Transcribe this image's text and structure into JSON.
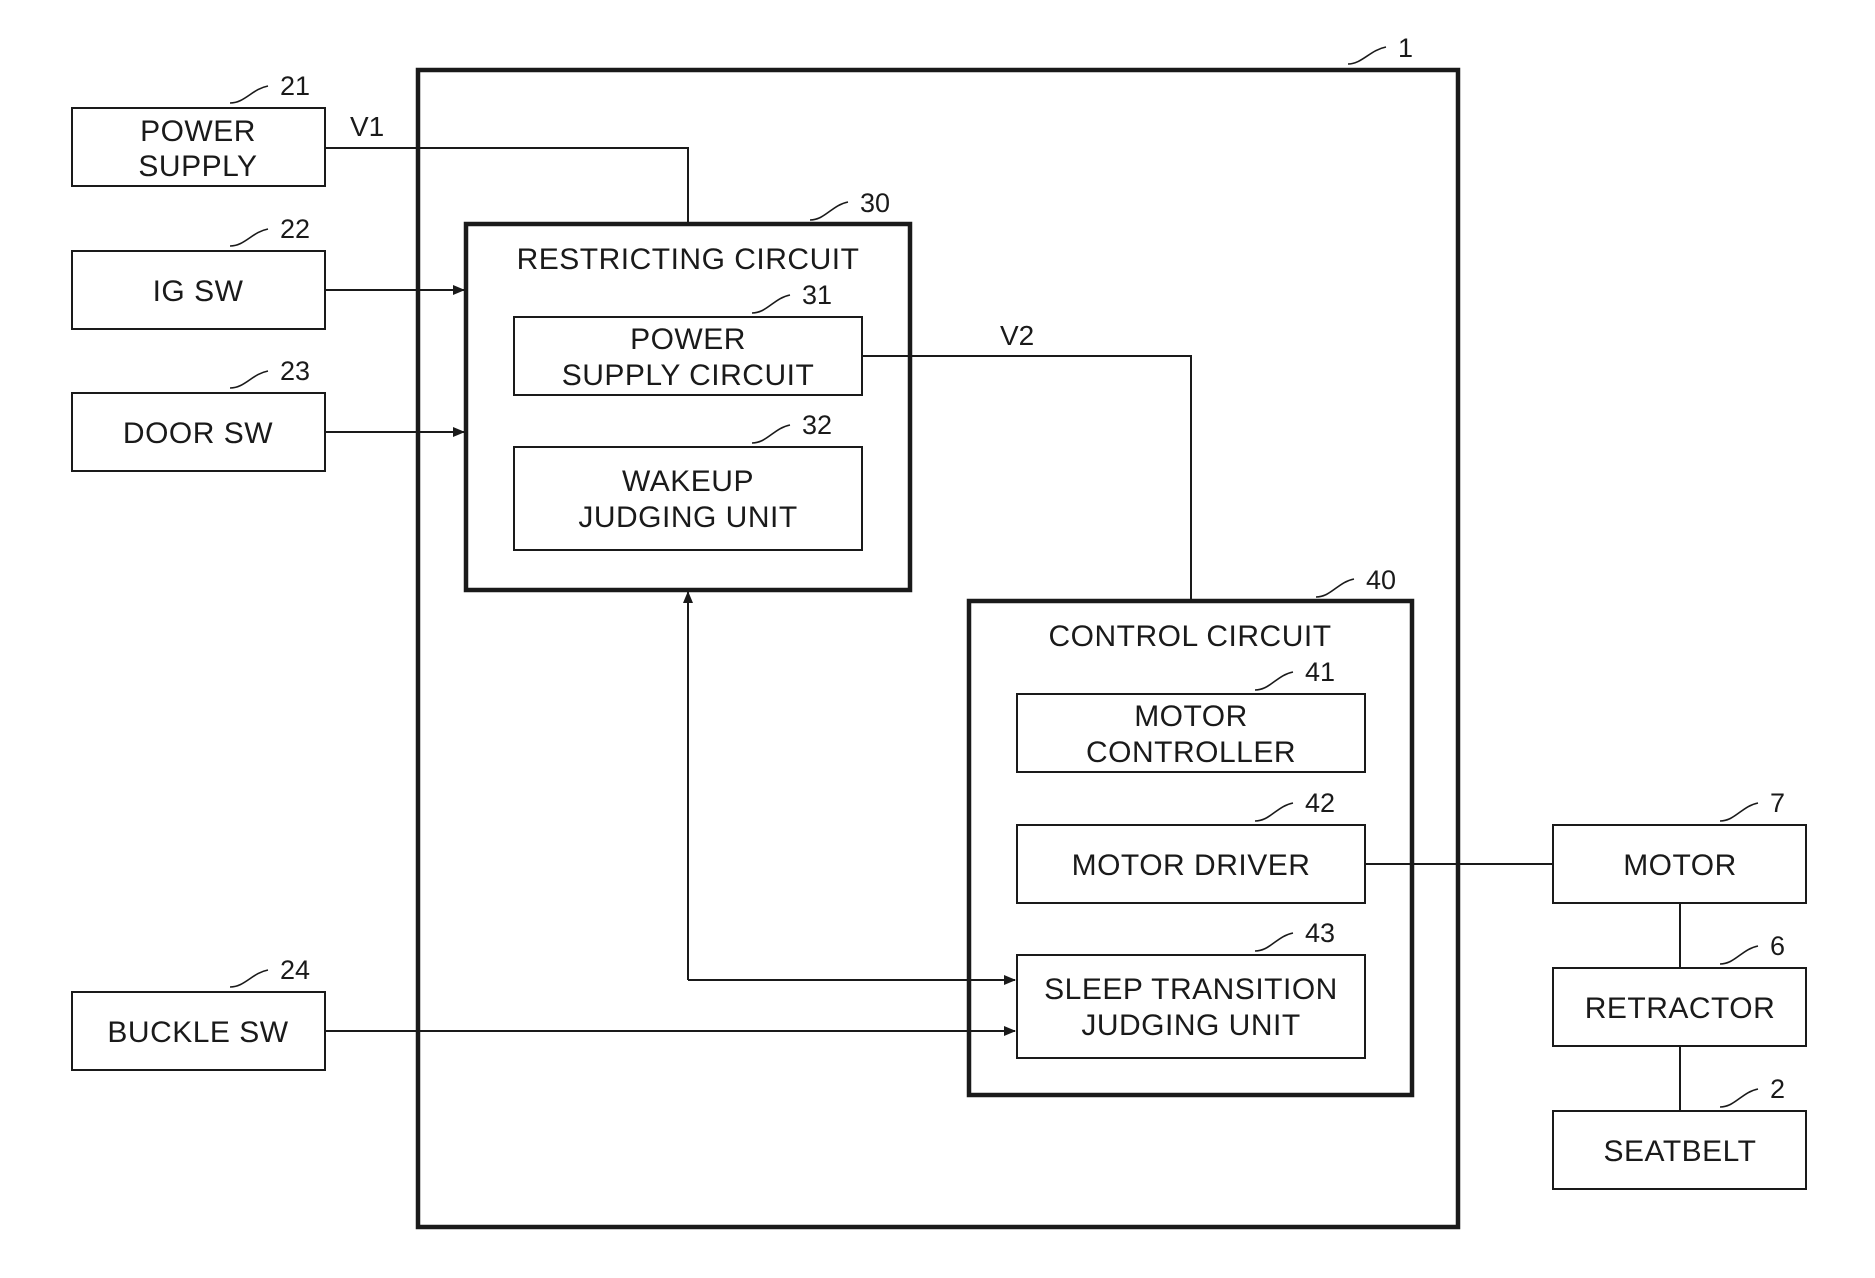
{
  "blocks": {
    "ecu": {
      "ref": "1"
    },
    "power_supply": {
      "ref": "21",
      "line1": "POWER",
      "line2": "SUPPLY"
    },
    "ig_sw": {
      "ref": "22",
      "label": "IG SW"
    },
    "door_sw": {
      "ref": "23",
      "label": "DOOR SW"
    },
    "buckle_sw": {
      "ref": "24",
      "label": "BUCKLE SW"
    },
    "restricting_circuit": {
      "ref": "30",
      "label": "RESTRICTING CIRCUIT"
    },
    "power_supply_circuit": {
      "ref": "31",
      "line1": "POWER",
      "line2": "SUPPLY CIRCUIT"
    },
    "wakeup_judging_unit": {
      "ref": "32",
      "line1": "WAKEUP",
      "line2": "JUDGING UNIT"
    },
    "control_circuit": {
      "ref": "40",
      "label": "CONTROL CIRCUIT"
    },
    "motor_controller": {
      "ref": "41",
      "line1": "MOTOR",
      "line2": "CONTROLLER"
    },
    "motor_driver": {
      "ref": "42",
      "label": "MOTOR DRIVER"
    },
    "sleep_transition_judging_unit": {
      "ref": "43",
      "line1": "SLEEP TRANSITION",
      "line2": "JUDGING UNIT"
    },
    "motor": {
      "ref": "7",
      "label": "MOTOR"
    },
    "retractor": {
      "ref": "6",
      "label": "RETRACTOR"
    },
    "seatbelt": {
      "ref": "2",
      "label": "SEATBELT"
    }
  },
  "signals": {
    "v1": "V1",
    "v2": "V2"
  }
}
